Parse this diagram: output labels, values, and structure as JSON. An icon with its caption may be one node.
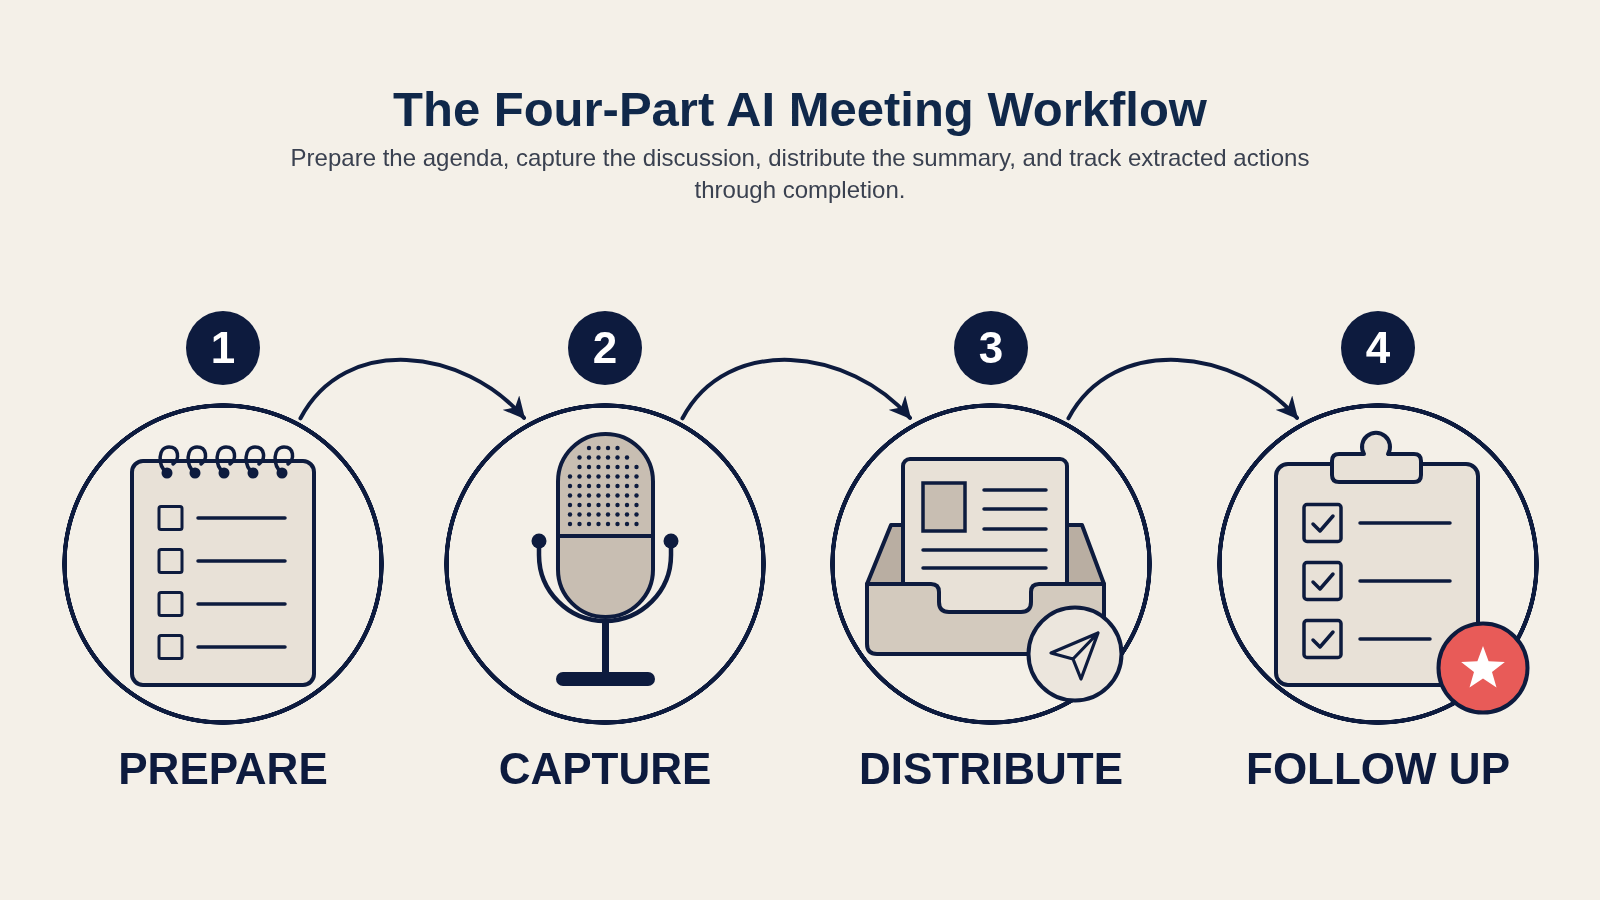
{
  "diagram": {
    "title": "The Four-Part AI Meeting Workflow",
    "caption": "Prepare the agenda, capture the discussion, distribute the summary, and track extracted actions through completion.",
    "nodes": [
      {
        "text": [
          "1"
        ]
      },
      {
        "text": [
          "PREPARE"
        ]
      },
      {
        "text": [
          "2"
        ]
      },
      {
        "text": [
          "CAPTURE"
        ]
      },
      {
        "text": [
          "3"
        ]
      },
      {
        "text": [
          "DISTRIBUTE"
        ]
      },
      {
        "text": [
          "4"
        ]
      },
      {
        "text": [
          "FOLLOW UP"
        ]
      }
    ],
    "edges": [
      {
        "from": 1,
        "to": 3,
        "arrow": "to"
      },
      {
        "from": 3,
        "to": 5,
        "arrow": "to"
      },
      {
        "from": 5,
        "to": 7,
        "arrow": "to"
      }
    ]
  }
}
